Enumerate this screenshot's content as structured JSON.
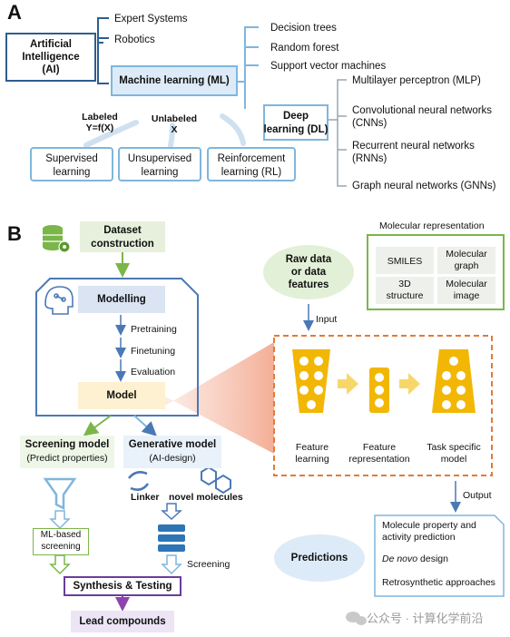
{
  "panel_a": {
    "letter": "A",
    "ai": {
      "line1": "Artificial",
      "line2": "Intelligence",
      "line3": "(AI)"
    },
    "ai_branches": [
      "Expert Systems",
      "Robotics"
    ],
    "ml": "Machine learning (ML)",
    "ml_methods": [
      "Decision trees",
      "Random forest",
      "Support vector machines"
    ],
    "dl": {
      "line1": "Deep",
      "line2": "learning (DL)"
    },
    "dl_methods": [
      {
        "line1": "Multilayer perceptron (MLP)",
        "line2": ""
      },
      {
        "line1": "Convolutional neural networks",
        "line2": "(CNNs)"
      },
      {
        "line1": "Recurrent neural networks",
        "line2": "(RNNs)"
      },
      {
        "line1": "Graph neural networks (GNNs)",
        "line2": ""
      }
    ],
    "labeled": {
      "line1": "Labeled",
      "line2": "Y=f(X)"
    },
    "unlabeled": {
      "line1": "Unlabeled",
      "line2": "X"
    },
    "paradigms": [
      {
        "line1": "Supervised",
        "line2": "learning"
      },
      {
        "line1": "Unsupervised",
        "line2": "learning"
      },
      {
        "line1": "Reinforcement",
        "line2": "learning (RL)"
      }
    ]
  },
  "panel_b": {
    "letter": "B",
    "dataset": {
      "line1": "Dataset",
      "line2": "construction"
    },
    "modelling": "Modelling",
    "steps": [
      "Pretraining",
      "Finetuning",
      "Evaluation"
    ],
    "model": "Model",
    "screening_model": {
      "line1": "Screening model",
      "line2": "(Predict  properties)"
    },
    "generative_model": {
      "line1": "Generative model",
      "line2": "(AI-design)"
    },
    "linker": "Linker",
    "novel": "novel molecules",
    "ml_screening": {
      "line1": "ML-based",
      "line2": "screening"
    },
    "screening": "Screening",
    "synthesis": "Synthesis & Testing",
    "lead": "Lead compounds",
    "mol_rep": {
      "title": "Molecular representation",
      "cells": [
        {
          "line1": "SMILES",
          "line2": ""
        },
        {
          "line1": "Molecular",
          "line2": "graph"
        },
        {
          "line1": "3D",
          "line2": "structure"
        },
        {
          "line1": "Molecular",
          "line2": "image"
        }
      ]
    },
    "raw": {
      "line1": "Raw data",
      "line2": "or data",
      "line3": "features"
    },
    "input": "Input",
    "nn_labels": [
      {
        "line1": "Feature",
        "line2": "learning"
      },
      {
        "line1": "Feature",
        "line2": "representation"
      },
      {
        "line1": "Task specific",
        "line2": "model"
      }
    ],
    "output": "Output",
    "predictions": "Predictions",
    "outcomes": [
      {
        "line1": "Molecule property and",
        "line2": "activity prediction",
        "italic": ""
      },
      {
        "line1": " design",
        "line2": "",
        "italic": "De novo"
      },
      {
        "line1": "Retrosynthetic approaches",
        "line2": "",
        "italic": ""
      }
    ]
  },
  "watermark": "公众号 · 计算化学前沿",
  "colors": {
    "blue_border": "#2e5d8f",
    "light_blue": "#7fb6dd",
    "green": "#7ab648",
    "gold": "#f2b705",
    "purple": "#6a3d9a",
    "orange": "#e07b39"
  }
}
